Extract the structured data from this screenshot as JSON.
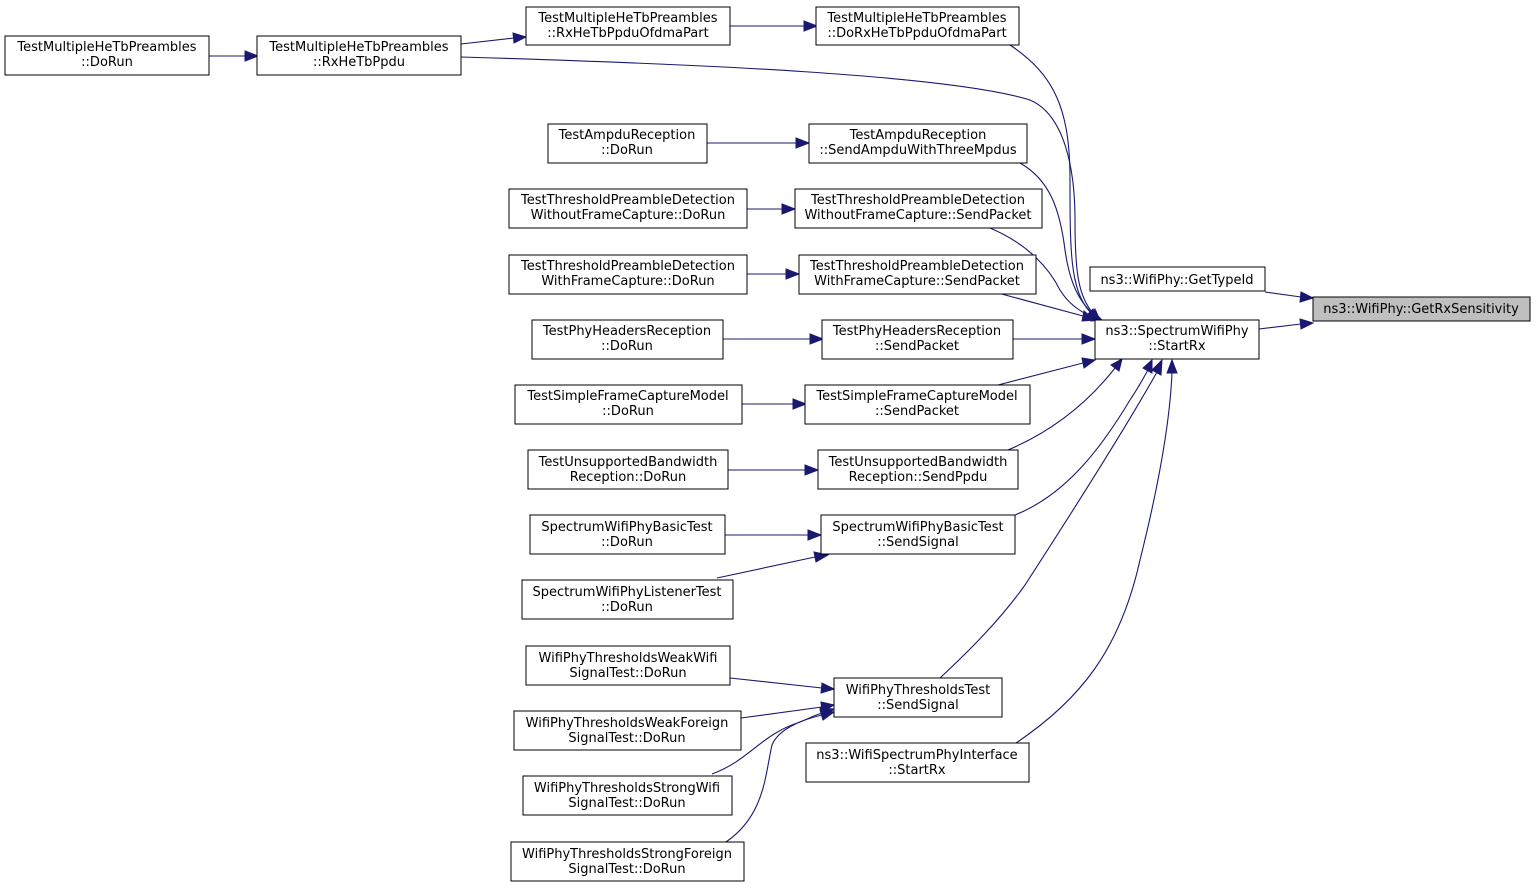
{
  "nodes": {
    "n_root": [
      "ns3::WifiPhy::GetRxSensitivity"
    ],
    "n_gettypeid": [
      "ns3::WifiPhy::GetTypeId"
    ],
    "n_startrx": [
      "ns3::SpectrumWifiPhy",
      "::StartRx"
    ],
    "n_mhtp_dorun": [
      "TestMultipleHeTbPreambles",
      "::DoRun"
    ],
    "n_mhtp_rxhetbppdu": [
      "TestMultipleHeTbPreambles",
      "::RxHeTbPpdu"
    ],
    "n_mhtp_rxofdma": [
      "TestMultipleHeTbPreambles",
      "::RxHeTbPpduOfdmaPart"
    ],
    "n_mhtp_dorxofdma": [
      "TestMultipleHeTbPreambles",
      "::DoRxHeTbPpduOfdmaPart"
    ],
    "n_ampdu_dorun": [
      "TestAmpduReception",
      "::DoRun"
    ],
    "n_ampdu_send": [
      "TestAmpduReception",
      "::SendAmpduWithThreeMpdus"
    ],
    "n_tpd_wo_dorun": [
      "TestThresholdPreambleDetection",
      "WithoutFrameCapture::DoRun"
    ],
    "n_tpd_wo_send": [
      "TestThresholdPreambleDetection",
      "WithoutFrameCapture::SendPacket"
    ],
    "n_tpd_w_dorun": [
      "TestThresholdPreambleDetection",
      "WithFrameCapture::DoRun"
    ],
    "n_tpd_w_send": [
      "TestThresholdPreambleDetection",
      "WithFrameCapture::SendPacket"
    ],
    "n_phr_dorun": [
      "TestPhyHeadersReception",
      "::DoRun"
    ],
    "n_phr_send": [
      "TestPhyHeadersReception",
      "::SendPacket"
    ],
    "n_sfcm_dorun": [
      "TestSimpleFrameCaptureModel",
      "::DoRun"
    ],
    "n_sfcm_send": [
      "TestSimpleFrameCaptureModel",
      "::SendPacket"
    ],
    "n_ubw_dorun": [
      "TestUnsupportedBandwidth",
      "Reception::DoRun"
    ],
    "n_ubw_send": [
      "TestUnsupportedBandwidth",
      "Reception::SendPpdu"
    ],
    "n_swpb_dorun": [
      "SpectrumWifiPhyBasicTest",
      "::DoRun"
    ],
    "n_swpb_send": [
      "SpectrumWifiPhyBasicTest",
      "::SendSignal"
    ],
    "n_swpl_dorun": [
      "SpectrumWifiPhyListenerTest",
      "::DoRun"
    ],
    "n_wpt_send": [
      "WifiPhyThresholdsTest",
      "::SendSignal"
    ],
    "n_wpt_weakwifi": [
      "WifiPhyThresholdsWeakWifi",
      "SignalTest::DoRun"
    ],
    "n_wpt_weakforeign": [
      "WifiPhyThresholdsWeakForeign",
      "SignalTest::DoRun"
    ],
    "n_wpt_strongwifi": [
      "WifiPhyThresholdsStrongWifi",
      "SignalTest::DoRun"
    ],
    "n_wpt_strongforeign": [
      "WifiPhyThresholdsStrongForeign",
      "SignalTest::DoRun"
    ],
    "n_wspi_startrx": [
      "ns3::WifiSpectrumPhyInterface",
      "::StartRx"
    ]
  },
  "colors": {
    "edge": "#191970",
    "root_fill": "#bfbfbf",
    "node_fill": "#ffffff",
    "node_stroke": "#000000"
  }
}
